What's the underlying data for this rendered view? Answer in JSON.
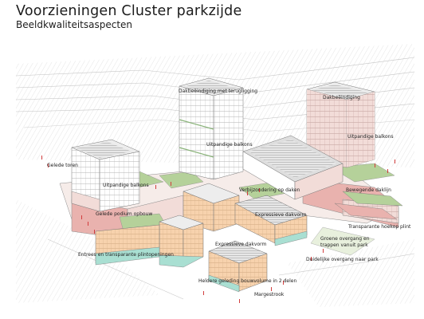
{
  "header": {
    "title": "Voorzieningen Cluster parkzijde",
    "subtitle": "Beeldkwaliteitsaspecten"
  },
  "annotations": {
    "dakbeeindiging_terugligging": "Dakbeëindiging met terugligging",
    "dakbeeindiging": "Dakbeëindiging",
    "uitpandige_balkons_1": "Uitpandige balkons",
    "uitpandige_balkons_2": "Uitpandige balkons",
    "uitpandige_balkons_3": "Uitpandige balkons",
    "gelede_toren": "Gelede toren",
    "verbijzondering_daken": "Verbijzondering op daken",
    "bewegende_daklijn": "Bewegende daklijn",
    "gelede_podiumopbouw": "Gelede podium opbouw",
    "expressieve_dakvorm_1": "Expressieve dakvorm",
    "expressieve_dakvorm_2": "Expressieve dakvorm",
    "transparante_hoekop": "Transparante hoekop plint",
    "groene_overgang_1": "Groene overgang en",
    "groene_overgang_2": "trappen vanuit park",
    "entrees": "Entrees en transparante plintopeningen",
    "duidelijke_overgang": "Duidelijke overgang naar park",
    "heldere_geleding": "Heldere geleding bouwvolume in 2 delen",
    "margestrook": "Margestrook"
  },
  "colors": {
    "residential_pink": "#f2dcd8",
    "podium_orange": "#f7d2ad",
    "glass_teal": "#a9dfd2",
    "roof_green": "#b5d19a",
    "roof_grey": "#dedede",
    "plinth_red": "#e9b2ae"
  }
}
